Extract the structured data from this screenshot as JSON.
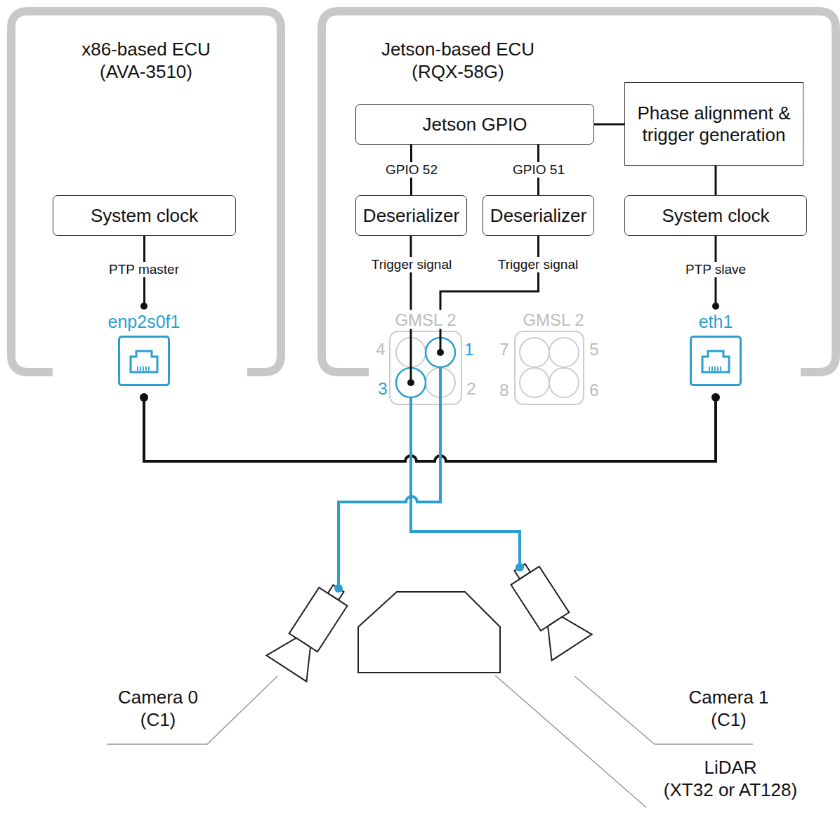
{
  "diagram": {
    "nodes": [
      {
        "text": [
          "x86-based ECU",
          "(AVA-3510)"
        ]
      },
      {
        "text": [
          "System clock"
        ],
        "in": 0
      },
      {
        "text": [
          "enp2s0f1"
        ],
        "in": 0
      },
      {
        "text": [
          "Jetson-based ECU",
          "(RQX-58G)"
        ]
      },
      {
        "text": [
          "Jetson GPIO"
        ],
        "in": 3
      },
      {
        "text": [
          "Phase alignment & trigger generation"
        ],
        "in": 3
      },
      {
        "text": [
          "Deserializer"
        ],
        "in": 3
      },
      {
        "text": [
          "Deserializer"
        ],
        "in": 3
      },
      {
        "text": [
          "System clock"
        ],
        "in": 3
      },
      {
        "text": [
          "eth1"
        ],
        "in": 3
      },
      {
        "text": [
          "Camera 0",
          "(C1)"
        ]
      },
      {
        "text": [
          "LiDAR",
          "(XT32 or AT128)"
        ]
      },
      {
        "text": [
          "Camera 1",
          "(C1)"
        ]
      }
    ],
    "edges": [
      {
        "from": 1,
        "to": 2,
        "label": "PTP master",
        "arrow": "none"
      },
      {
        "from": 4,
        "to": 6,
        "label": "GPIO 52",
        "arrow": "none"
      },
      {
        "from": 4,
        "to": 7,
        "label": "GPIO 51",
        "arrow": "none"
      },
      {
        "from": 4,
        "to": 5,
        "arrow": "none"
      },
      {
        "from": 5,
        "to": 8,
        "arrow": "none"
      },
      {
        "from": 8,
        "to": 9,
        "label": "PTP slave",
        "arrow": "none"
      },
      {
        "from": 2,
        "to": 9,
        "arrow": "none"
      },
      {
        "from": 6,
        "to": 12,
        "label": "Trigger signal",
        "arrow": "none"
      },
      {
        "from": 7,
        "to": 10,
        "label": "Trigger signal",
        "arrow": "none"
      }
    ],
    "labels": [
      "GMSL 2",
      "4",
      "1",
      "3",
      "2",
      "GMSL 2",
      "7",
      "5",
      "8",
      "6"
    ]
  }
}
